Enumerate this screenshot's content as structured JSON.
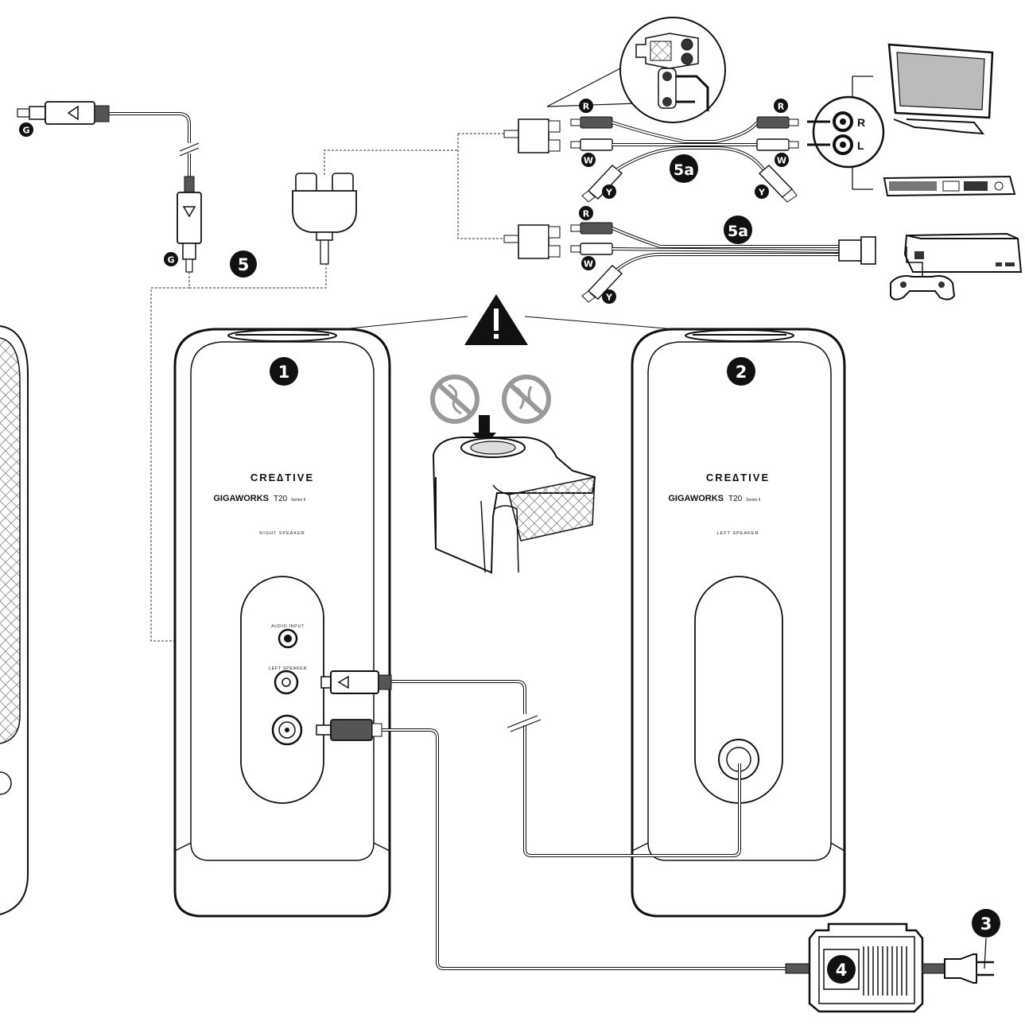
{
  "callouts": {
    "step1": "1",
    "step2": "2",
    "step3": "3",
    "step4": "4",
    "step5": "5",
    "step5a_top": "5a",
    "step5a_bottom": "5a"
  },
  "plug_letters": {
    "g_top": "G",
    "g_bottom": "G",
    "r_left": "R",
    "w_left": "W",
    "y_left": "Y",
    "r_right": "R",
    "w_right": "W",
    "y_right": "Y",
    "r_game": "R",
    "w_game": "W",
    "y_game": "Y"
  },
  "jack_labels": {
    "r": "R",
    "l": "L"
  },
  "right_speaker": {
    "brand": "CRE∆TIVE",
    "model": "GIGAWORKS",
    "model_suffix": "T20",
    "series": "Series II",
    "name": "RIGHT SPEAKER",
    "audio_input": "AUDIO INPUT",
    "left_speaker_jack": "LEFT SPEAKER"
  },
  "left_speaker": {
    "brand": "CRE∆TIVE",
    "model": "GIGAWORKS",
    "model_suffix": "T20",
    "series": "Series II",
    "name": "LEFT SPEAKER"
  },
  "icons": [
    "warning-icon",
    "no-cloth-icon",
    "no-cover-icon",
    "push-arrow-icon",
    "tv-icon",
    "dvd-player-icon",
    "game-console-icon",
    "gamepad-icon"
  ]
}
